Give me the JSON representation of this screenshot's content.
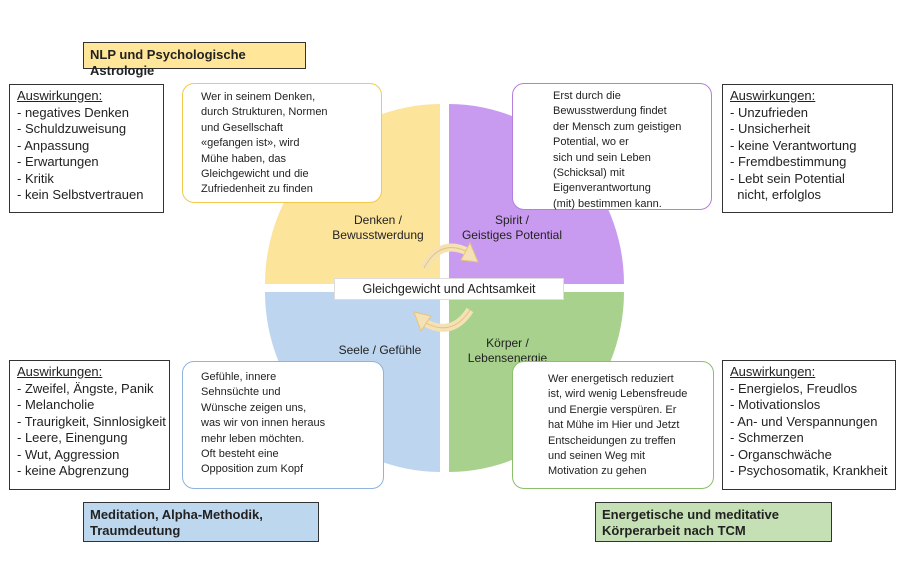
{
  "colors": {
    "denken": "#fce49a",
    "spirit": "#c99bf0",
    "seele": "#bdd5ee",
    "koerper": "#a8d18d",
    "yellow_highlight": "#ffe699",
    "blue_highlight": "#bdd7ee",
    "green_highlight": "#c5e0b4",
    "border_yellow": "#f2c94c",
    "border_purple": "#b57edc",
    "border_blue": "#8fb3dc",
    "border_green": "#8cbf6c"
  },
  "labels": {
    "top_left": "NLP und Psychologische Astrologie",
    "bottom_left": "Meditation, Alpha-Methodik, Traumdeutung",
    "bottom_right": "Energetische und meditative Körperarbeit nach TCM",
    "center": "Gleichgewicht und Achtsamkeit"
  },
  "quadrants": {
    "denken": {
      "line1": "Denken /",
      "line2": "Bewusstwerdung"
    },
    "spirit": {
      "line1": "Spirit /",
      "line2": "Geistiges Potential"
    },
    "seele": {
      "line1": "Seele / Gefühle"
    },
    "koerper": {
      "line1": "Körper /",
      "line2": "Lebensenergie"
    }
  },
  "descriptions": {
    "denken": "Wer in seinem Denken,\ndurch Strukturen, Normen\nund Gesellschaft\n«gefangen ist», wird\nMühe haben, das\nGleichgewicht und die\nZufriedenheit zu finden",
    "spirit": "Erst durch die\nBewusstwerdung findet\nder Mensch zum geistigen\nPotential, wo er\nsich und sein Leben\n(Schicksal) mit\nEigenverantwortung\n(mit) bestimmen kann.",
    "seele": "Gefühle, innere\nSehnsüchte und\nWünsche zeigen uns,\nwas wir von innen heraus\nmehr leben möchten.\nOft besteht eine\nOpposition zum Kopf",
    "koerper": "Wer energetisch reduziert\nist, wird wenig Lebensfreude\nund Energie verspüren. Er\nhat Mühe im Hier und Jetzt\nEntscheidungen zu treffen\nund seinen Weg mit\nMotivation zu gehen"
  },
  "effects": {
    "top_left": {
      "title": "Auswirkungen:",
      "items": [
        "- negatives Denken",
        "- Schuldzuweisung",
        "- Anpassung",
        "- Erwartungen",
        "- Kritik",
        "- kein Selbstvertrauen"
      ]
    },
    "top_right": {
      "title": "Auswirkungen:",
      "items": [
        "- Unzufrieden",
        "- Unsicherheit",
        "- keine Verantwortung",
        "- Fremdbestimmung",
        "- Lebt sein Potential",
        "  nicht, erfolglos"
      ]
    },
    "bottom_left": {
      "title": "Auswirkungen:",
      "items": [
        "- Zweifel, Ängste, Panik",
        "- Melancholie",
        "- Traurigkeit, Sinnlosigkeit",
        "- Leere, Einengung",
        "- Wut, Aggression",
        "- keine Abgrenzung"
      ]
    },
    "bottom_right": {
      "title": "Auswirkungen:",
      "items": [
        "- Energielos, Freudlos",
        "- Motivationslos",
        "- An- und Verspannungen",
        "- Schmerzen",
        "- Organschwäche",
        "- Psychosomatik, Krankheit"
      ]
    }
  }
}
